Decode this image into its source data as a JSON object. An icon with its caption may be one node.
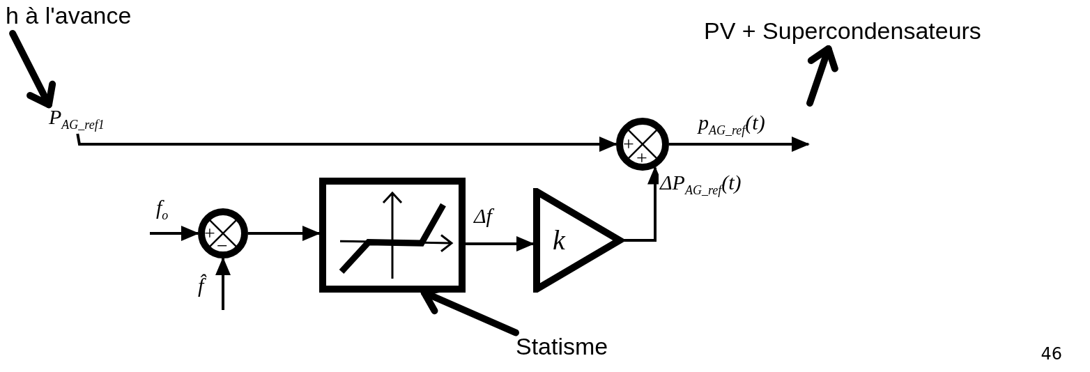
{
  "diagram": {
    "nodes": [
      {
        "text": [
          "h à l'avance"
        ]
      },
      {
        "text": [
          "P$_{AG_ref1}$"
        ]
      },
      {
        "text": [
          "PV + Supercondensateurs"
        ]
      },
      {
        "text": [
          "+",
          "+"
        ]
      },
      {
        "text": [
          "+",
          "−"
        ]
      },
      {
        "text": [],
        "shape": "box"
      },
      {
        "text": [
          "k"
        ]
      },
      {
        "text": [
          "Statisme"
        ]
      }
    ],
    "edges": [
      {
        "from": 0,
        "to": 1,
        "arrow": "to",
        "style": "thick"
      },
      {
        "from": 1,
        "to": 3,
        "arrow": "to"
      },
      {
        "from": 3,
        "to": null,
        "arrow": "to",
        "label": "p$_{AG_ref}$(t)"
      },
      {
        "from": null,
        "to": 2,
        "arrow": "to",
        "style": "thick"
      },
      {
        "from": 6,
        "to": 3,
        "arrow": "to",
        "label": "ΔP$_{AG_ref}$(t)"
      },
      {
        "from": null,
        "to": 4,
        "arrow": "to",
        "label": "f$_{o}$"
      },
      {
        "from": null,
        "to": 4,
        "arrow": "to",
        "label": "f̂"
      },
      {
        "from": 4,
        "to": 5,
        "arrow": "to"
      },
      {
        "from": 5,
        "to": 6,
        "arrow": "to",
        "label": "Δf"
      },
      {
        "from": 7,
        "to": 5,
        "arrow": "to",
        "style": "thick"
      }
    ],
    "labels": [
      "46"
    ]
  }
}
